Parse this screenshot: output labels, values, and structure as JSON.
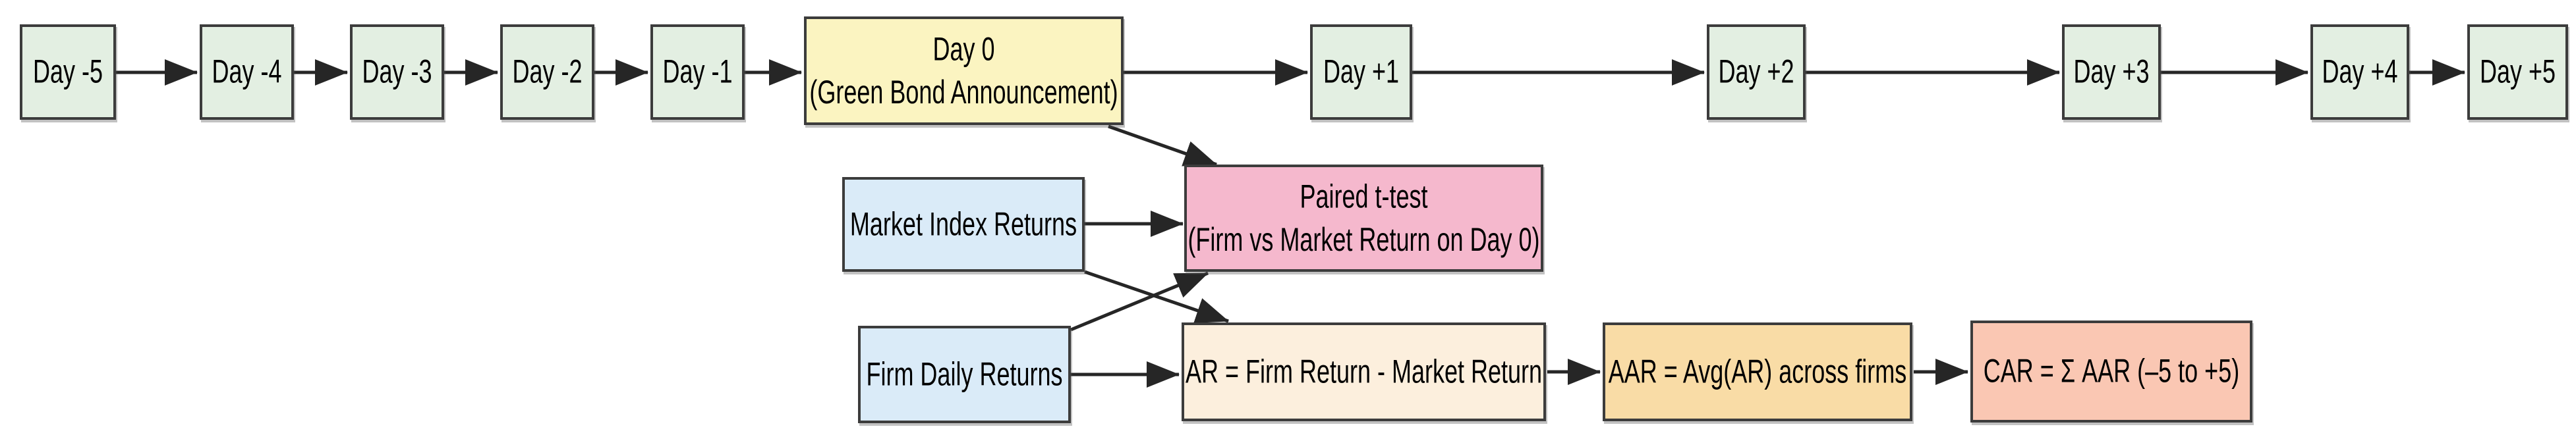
{
  "flowchart": {
    "timeline": {
      "day_m5": {
        "label": "Day -5"
      },
      "day_m4": {
        "label": "Day -4"
      },
      "day_m3": {
        "label": "Day -3"
      },
      "day_m2": {
        "label": "Day -2"
      },
      "day_m1": {
        "label": "Day -1"
      },
      "day_0": {
        "label_line1": "Day 0",
        "label_line2": "(Green Bond Announcement)"
      },
      "day_p1": {
        "label": "Day +1"
      },
      "day_p2": {
        "label": "Day +2"
      },
      "day_p3": {
        "label": "Day +3"
      },
      "day_p4": {
        "label": "Day +4"
      },
      "day_p5": {
        "label": "Day +5"
      }
    },
    "inputs": {
      "market_index_returns": {
        "label": "Market Index Returns"
      },
      "firm_daily_returns": {
        "label": "Firm Daily Returns"
      }
    },
    "analysis": {
      "paired_t_test": {
        "label_line1": "Paired t-test",
        "label_line2": "(Firm vs Market Return on Day 0)"
      },
      "ar": {
        "label": "AR = Firm Return - Market Return"
      },
      "aar": {
        "label": "AAR = Avg(AR) across firms"
      },
      "car": {
        "label": "CAR = Σ AAR (–5 to +5)"
      }
    },
    "edges": [
      {
        "from": "day_m5",
        "to": "day_m4"
      },
      {
        "from": "day_m4",
        "to": "day_m3"
      },
      {
        "from": "day_m3",
        "to": "day_m2"
      },
      {
        "from": "day_m2",
        "to": "day_m1"
      },
      {
        "from": "day_m1",
        "to": "day_0"
      },
      {
        "from": "day_0",
        "to": "day_p1"
      },
      {
        "from": "day_p1",
        "to": "day_p2"
      },
      {
        "from": "day_p2",
        "to": "day_p3"
      },
      {
        "from": "day_p3",
        "to": "day_p4"
      },
      {
        "from": "day_p4",
        "to": "day_p5"
      },
      {
        "from": "day_0",
        "to": "paired_t_test"
      },
      {
        "from": "market_index_returns",
        "to": "paired_t_test"
      },
      {
        "from": "market_index_returns",
        "to": "ar"
      },
      {
        "from": "firm_daily_returns",
        "to": "paired_t_test"
      },
      {
        "from": "firm_daily_returns",
        "to": "ar"
      },
      {
        "from": "ar",
        "to": "aar"
      },
      {
        "from": "aar",
        "to": "car"
      }
    ],
    "colors": {
      "timeline_box": "#e3efe2",
      "event_box": "#fbf4c1",
      "input_box": "#daebf8",
      "test_box": "#f5b8cd",
      "ar_box": "#fcefdd",
      "aar_box": "#f9dca6",
      "car_box": "#fac7b3",
      "border": "#3c3c3c",
      "arrow": "#262626",
      "background": "#ffffff"
    }
  }
}
